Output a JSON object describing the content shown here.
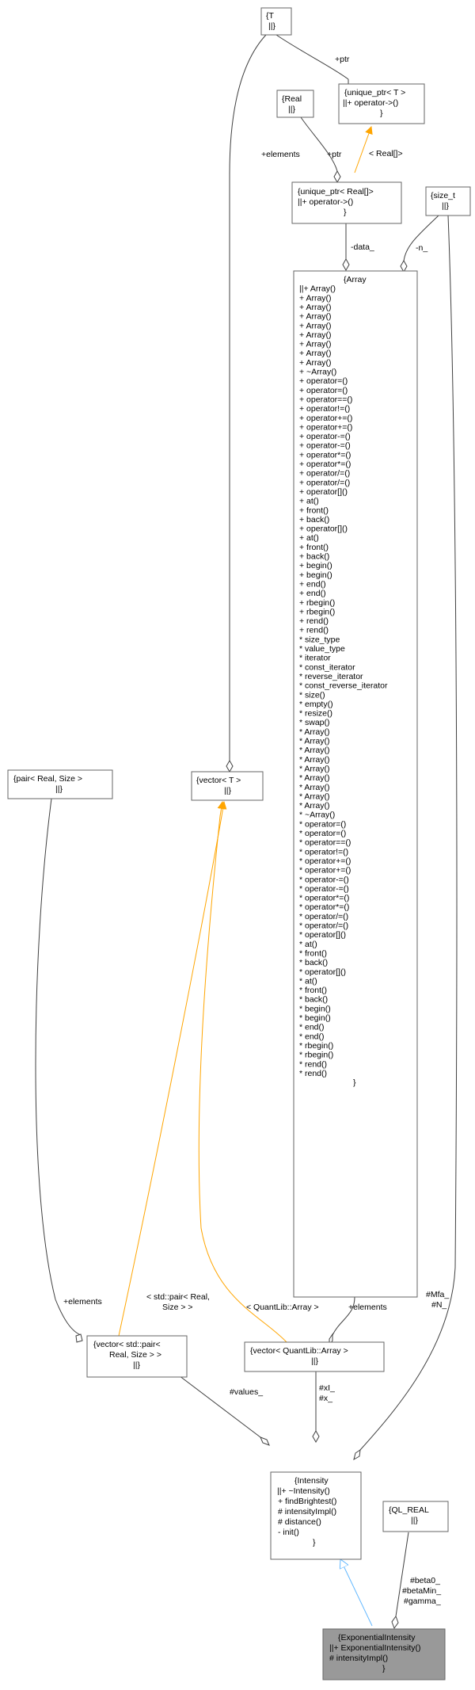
{
  "classes": {
    "T": {
      "lines": [
        "{T",
        "||}"
      ]
    },
    "unique_ptr_T": {
      "lines": [
        "{unique_ptr< T >",
        "||+ operator->()",
        "}"
      ]
    },
    "Real": {
      "lines": [
        "{Real",
        "||}"
      ]
    },
    "unique_ptr_Real": {
      "lines": [
        "{unique_ptr< Real[]>",
        "||+ operator->()",
        "}"
      ]
    },
    "size_t": {
      "lines": [
        "{size_t",
        "||}"
      ]
    },
    "Array": {
      "lines": [
        "{Array",
        "||+ Array()",
        "+ Array()",
        "+ Array()",
        "+ Array()",
        "+ Array()",
        "+ Array()",
        "+ Array()",
        "+ Array()",
        "+ Array()",
        "+ ~Array()",
        "+ operator=()",
        "+ operator=()",
        "+ operator==()",
        "+ operator!=()",
        "+ operator+=()",
        "+ operator+=()",
        "+ operator-=()",
        "+ operator-=()",
        "+ operator*=()",
        "+ operator*=()",
        "+ operator/=()",
        "+ operator/=()",
        "+ operator[]()",
        "+ at()",
        "+ front()",
        "+ back()",
        "+ operator[]()",
        "+ at()",
        "+ front()",
        "+ back()",
        "+ begin()",
        "+ begin()",
        "+ end()",
        "+ end()",
        "+ rbegin()",
        "+ rbegin()",
        "+ rend()",
        "+ rend()",
        "* size_type",
        "* value_type",
        "* iterator",
        "* const_iterator",
        "* reverse_iterator",
        "* const_reverse_iterator",
        "* size()",
        "* empty()",
        "* resize()",
        "* swap()",
        "* Array()",
        "* Array()",
        "* Array()",
        "* Array()",
        "* Array()",
        "* Array()",
        "* Array()",
        "* Array()",
        "* Array()",
        "* ~Array()",
        "* operator=()",
        "* operator=()",
        "* operator==()",
        "* operator!=()",
        "* operator+=()",
        "* operator+=()",
        "* operator-=()",
        "* operator-=()",
        "* operator*=()",
        "* operator*=()",
        "* operator/=()",
        "* operator/=()",
        "* operator[]()",
        "* at()",
        "* front()",
        "* back()",
        "* operator[]()",
        "* at()",
        "* front()",
        "* back()",
        "* begin()",
        "* begin()",
        "* end()",
        "* end()",
        "* rbegin()",
        "* rbegin()",
        "* rend()",
        "* rend()",
        "}"
      ]
    },
    "pair": {
      "lines": [
        "{pair< Real, Size >",
        "||}"
      ]
    },
    "vector_T": {
      "lines": [
        "{vector< T >",
        "||}"
      ]
    },
    "vector_pair": {
      "lines": [
        "{vector< std::pair<",
        "Real, Size > >",
        "||}"
      ]
    },
    "vector_Array": {
      "lines": [
        "{vector< QuantLib::Array >",
        "||}"
      ]
    },
    "Intensity": {
      "lines": [
        "{Intensity",
        "||+ ~Intensity()",
        "+ findBrightest()",
        "# intensityImpl()",
        "# distance()",
        "- init()",
        "}"
      ]
    },
    "QL_REAL": {
      "lines": [
        "{QL_REAL",
        "||}"
      ]
    },
    "ExponentialIntensity": {
      "lines": [
        "{ExponentialIntensity",
        "||+ ExponentialIntensity()",
        "# intensityImpl()",
        "}"
      ]
    }
  },
  "edge_labels": {
    "ptr_T": [
      "+ptr"
    ],
    "ptr_Real": [
      "+ptr"
    ],
    "real_arr": [
      "< Real[]>"
    ],
    "elements_T": [
      "+elements"
    ],
    "data": [
      "-data_"
    ],
    "n": [
      "-n_"
    ],
    "elements_pair": [
      "+elements"
    ],
    "pair_tmpl": [
      "< std::pair< Real,",
      "Size > >"
    ],
    "array_tmpl": [
      "< QuantLib::Array >"
    ],
    "elements_array": [
      "+elements"
    ],
    "mfa": [
      "#Mfa_",
      "#N_"
    ],
    "values": [
      "#values_"
    ],
    "xi": [
      "#xI_",
      "#x_"
    ],
    "beta": [
      "#beta0_",
      "#betaMin_",
      "#gamma_"
    ]
  },
  "colors": {
    "dependency": "#404040",
    "template": "#ffa500",
    "inheritance": "#63b8ff",
    "highlight_fill": "#999999",
    "box_border": "#666666"
  }
}
